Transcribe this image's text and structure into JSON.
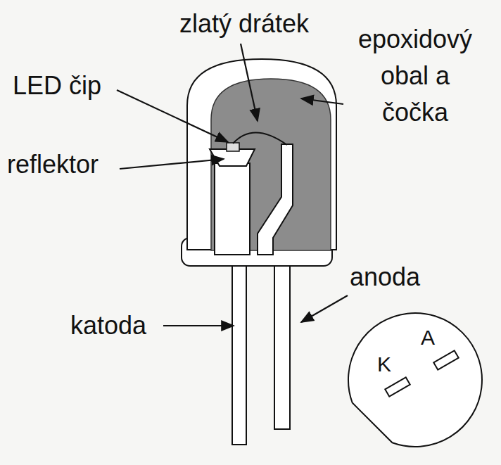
{
  "diagram": {
    "labels": [
      "zlatý drátek",
      "LED čip",
      "epoxidový obal a čočka",
      "reflektor",
      "anoda",
      "katoda",
      "K",
      "A"
    ]
  }
}
